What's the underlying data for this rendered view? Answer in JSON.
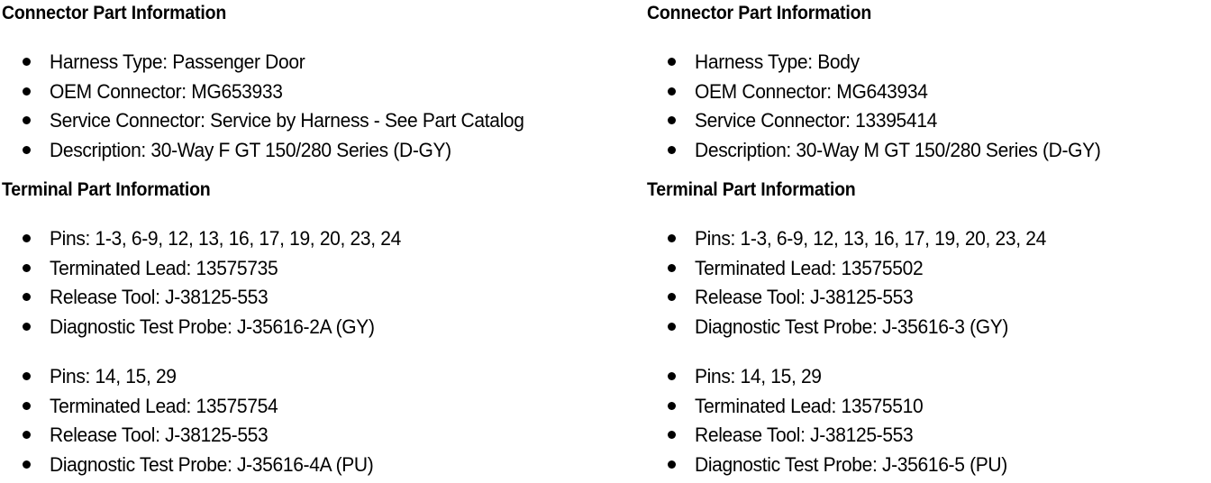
{
  "document": {
    "title": "Connector Part Information",
    "columns": [
      {
        "id": "left",
        "connector": {
          "heading": "Connector Part Information",
          "items": [
            "Harness Type: Passenger Door",
            "OEM Connector: MG653933",
            "Service Connector: Service by Harness - See Part Catalog",
            "Description: 30-Way F GT 150/280 Series (D-GY)"
          ],
          "fields": {
            "harness_type": "Passenger Door",
            "oem_connector": "MG653933",
            "service_connector": "Service by Harness - See Part Catalog",
            "description": "30-Way F GT 150/280 Series (D-GY)"
          }
        },
        "terminal": {
          "heading": "Terminal Part Information",
          "groups": [
            {
              "items": [
                "Pins: 1-3, 6-9, 12, 13, 16, 17, 19, 20, 23, 24",
                "Terminated Lead: 13575735",
                "Release Tool: J-38125-553",
                "Diagnostic Test Probe: J-35616-2A (GY)"
              ],
              "fields": {
                "pins": "1-3, 6-9, 12, 13, 16, 17, 19, 20, 23, 24",
                "terminated_lead": "13575735",
                "release_tool": "J-38125-553",
                "diagnostic_test_probe": "J-35616-2A (GY)"
              }
            },
            {
              "items": [
                "Pins: 14, 15, 29",
                "Terminated Lead: 13575754",
                "Release Tool: J-38125-553",
                "Diagnostic Test Probe: J-35616-4A (PU)"
              ],
              "fields": {
                "pins": "14, 15, 29",
                "terminated_lead": "13575754",
                "release_tool": "J-38125-553",
                "diagnostic_test_probe": "J-35616-4A (PU)"
              }
            }
          ]
        }
      },
      {
        "id": "right",
        "connector": {
          "heading": "Connector Part Information",
          "items": [
            "Harness Type: Body",
            "OEM Connector: MG643934",
            "Service Connector: 13395414",
            "Description: 30-Way M GT 150/280 Series (D-GY)"
          ],
          "fields": {
            "harness_type": "Body",
            "oem_connector": "MG643934",
            "service_connector": "13395414",
            "description": "30-Way M GT 150/280 Series (D-GY)"
          }
        },
        "terminal": {
          "heading": "Terminal Part Information",
          "groups": [
            {
              "items": [
                "Pins: 1-3, 6-9, 12, 13, 16, 17, 19, 20, 23, 24",
                "Terminated Lead: 13575502",
                "Release Tool: J-38125-553",
                "Diagnostic Test Probe: J-35616-3 (GY)"
              ],
              "fields": {
                "pins": "1-3, 6-9, 12, 13, 16, 17, 19, 20, 23, 24",
                "terminated_lead": "13575502",
                "release_tool": "J-38125-553",
                "diagnostic_test_probe": "J-35616-3 (GY)"
              }
            },
            {
              "items": [
                "Pins: 14, 15, 29",
                "Terminated Lead: 13575510",
                "Release Tool: J-38125-553",
                "Diagnostic Test Probe: J-35616-5 (PU)"
              ],
              "fields": {
                "pins": "14, 15, 29",
                "terminated_lead": "13575510",
                "release_tool": "J-38125-553",
                "diagnostic_test_probe": "J-35616-5 (PU)"
              }
            }
          ]
        }
      }
    ]
  },
  "style": {
    "text_color": "#000000",
    "background_color": "#ffffff",
    "bullet_glyph": "filled-circle"
  }
}
